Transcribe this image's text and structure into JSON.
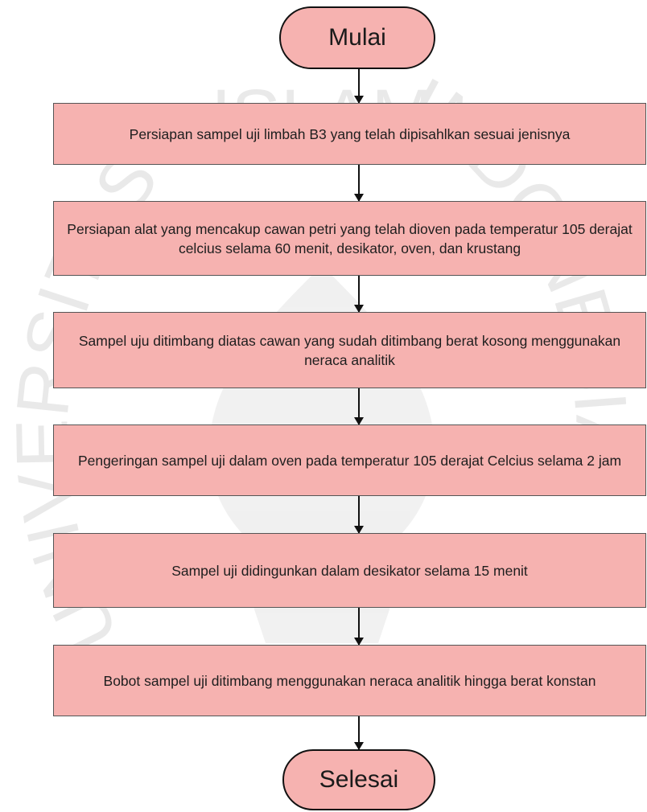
{
  "flowchart": {
    "start": "Mulai",
    "steps": [
      "Persiapan sampel uji limbah B3  yang telah dipisahlkan sesuai  jenisnya",
      "Persiapan alat yang mencakup cawan petri yang telah dioven pada temperatur 105 derajat celcius selama 60 menit, desikator, oven, dan krustang",
      "Sampel uju ditimbang diatas cawan yang sudah ditimbang berat kosong menggunakan neraca analitik",
      "Pengeringan sampel uji dalam oven pada temperatur 105 derajat Celcius selama 2 jam",
      "Sampel uji didingunkan dalam desikator selama 15 menit",
      "Bobot sampel uji ditimbang menggunakan neraca analitik hingga berat konstan"
    ],
    "end": "Selesai"
  },
  "watermark": {
    "left": "UNIVERSITAS",
    "top": "ISLAM",
    "right": "INDONESIA",
    "color": "#d9d9d9"
  },
  "colors": {
    "box_fill": "#f6b2b0",
    "line": "#111111"
  }
}
